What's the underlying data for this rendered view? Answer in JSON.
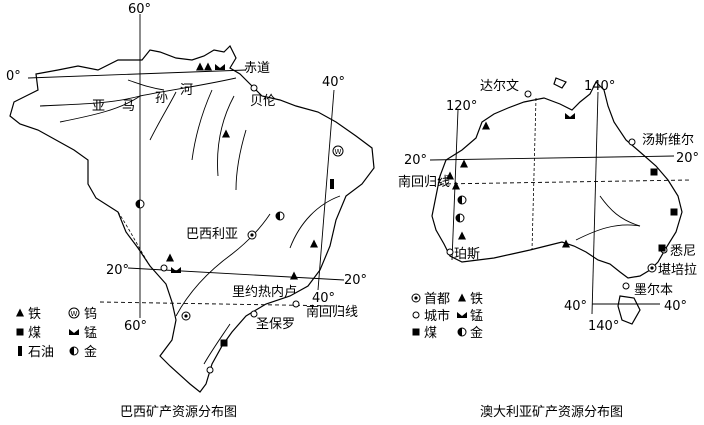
{
  "brazil": {
    "caption": "巴西矿产资源分布图",
    "meridians": {
      "w60": "60°",
      "w40": "40°"
    },
    "parallels": {
      "eq": "0°",
      "s20": "20°",
      "s20r": "20°"
    },
    "places": {
      "equator": "赤道",
      "amazon_1": "亚",
      "amazon_2": "马",
      "amazon_3": "孙",
      "amazon_4": "河",
      "belem": "贝伦",
      "brasilia": "巴西利亚",
      "rio": "里约热内卢",
      "saopaulo": "圣保罗",
      "tropic": "南回归线",
      "lon40b": "40°",
      "lon60b": "60°"
    },
    "legend": [
      {
        "icon": "iron-icon",
        "label": "铁"
      },
      {
        "icon": "tungsten-icon",
        "label": "钨"
      },
      {
        "icon": "coal-icon",
        "label": "煤"
      },
      {
        "icon": "manganese-icon",
        "label": "锰"
      },
      {
        "icon": "oil-icon",
        "label": "石油"
      },
      {
        "icon": "gold-icon",
        "label": "金"
      }
    ]
  },
  "australia": {
    "caption": "澳大利亚矿产资源分布图",
    "meridians": {
      "e120": "120°",
      "e140": "140°",
      "e140b": "140°"
    },
    "parallels": {
      "s20l": "20°",
      "s20r": "20°",
      "s40l": "40°",
      "s40r": "40°"
    },
    "places": {
      "darwin": "达尔文",
      "townsville": "汤斯维尔",
      "tropic": "南回归线",
      "perth": "珀斯",
      "sydney": "悉尼",
      "canberra": "堪培拉",
      "melbourne": "墨尔本"
    },
    "legend": [
      {
        "icon": "capital-icon",
        "label": "首都"
      },
      {
        "icon": "iron-icon",
        "label": "铁"
      },
      {
        "icon": "city-icon",
        "label": "城市"
      },
      {
        "icon": "manganese-icon",
        "label": "锰"
      },
      {
        "icon": "coal-icon",
        "label": "煤"
      },
      {
        "icon": "gold-icon",
        "label": "金"
      }
    ]
  }
}
